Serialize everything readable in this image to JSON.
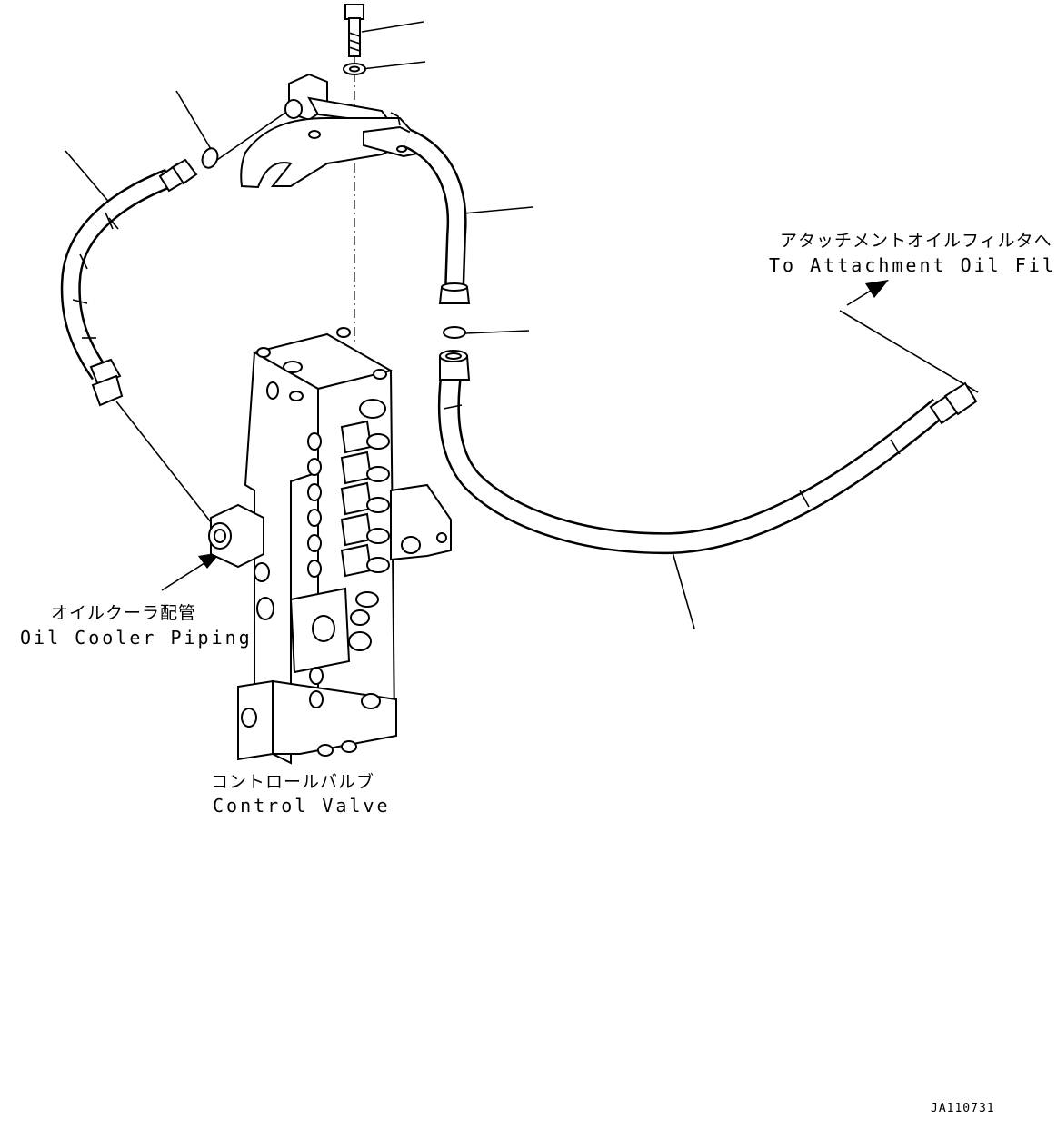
{
  "labels": {
    "attachment_filter_jp": "アタッチメントオイルフィルタへ",
    "attachment_filter_en": "To Attachment Oil Filter",
    "oil_cooler_jp": "オイルクーラ配管",
    "oil_cooler_en": "Oil Cooler Piping",
    "control_valve_jp": "コントロールバルブ",
    "control_valve_en": "Control Valve"
  },
  "drawing_ref": "JA110731"
}
